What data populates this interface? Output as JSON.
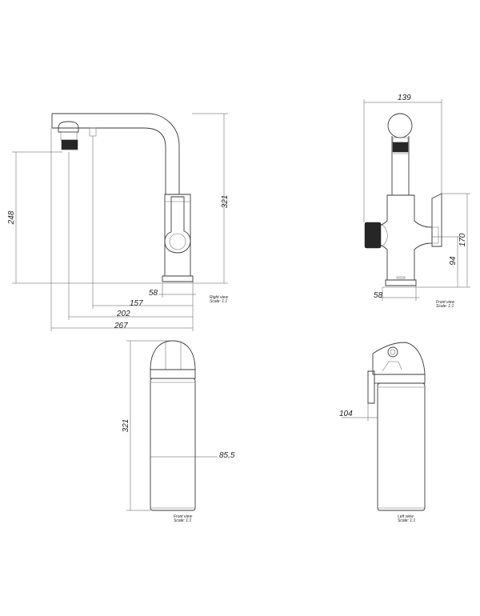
{
  "views": {
    "right": {
      "caption": "Right view",
      "scale": "Scale: 1:1",
      "dims": {
        "height": "321",
        "spout_height": "248",
        "base": "58",
        "d1": "157",
        "d2": "202",
        "d3": "267"
      }
    },
    "front_top": {
      "caption": "Front view",
      "scale": "Scale: 1:1",
      "dims": {
        "width": "139",
        "lever_height": "170",
        "body_height": "94",
        "base": "58"
      }
    },
    "front": {
      "caption": "Front view",
      "scale": "Scale: 1:1",
      "dims": {
        "height": "321",
        "diameter": "85,5"
      }
    },
    "left": {
      "caption": "Left view",
      "scale": "Scale: 1:1",
      "dims": {
        "offset": "104"
      }
    }
  }
}
